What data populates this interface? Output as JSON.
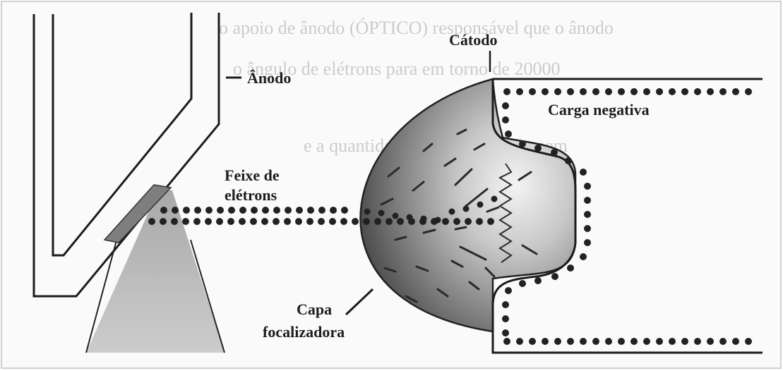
{
  "labels": {
    "anode": "Ânodo",
    "beam_line1": "Feixe de",
    "beam_line2": "elétrons",
    "cathode": "Cátodo",
    "negative_charge": "Carga negativa",
    "cup_line1": "Capa",
    "cup_line2": "focalizadora"
  },
  "background_text": {
    "line1": "o apoio de ânodo (ÓPTICO) responsável que o ânodo",
    "line2": "o ângulo de elétrons para em torno de 20000",
    "line3": "e a quantidade de elétrons que saem"
  },
  "colors": {
    "ink": "#1c1c1c",
    "cup_dark": "#5a5a5a",
    "cup_light": "#e6e6e6",
    "target_cone": "#b9b9b9",
    "background": "#ffffff"
  }
}
